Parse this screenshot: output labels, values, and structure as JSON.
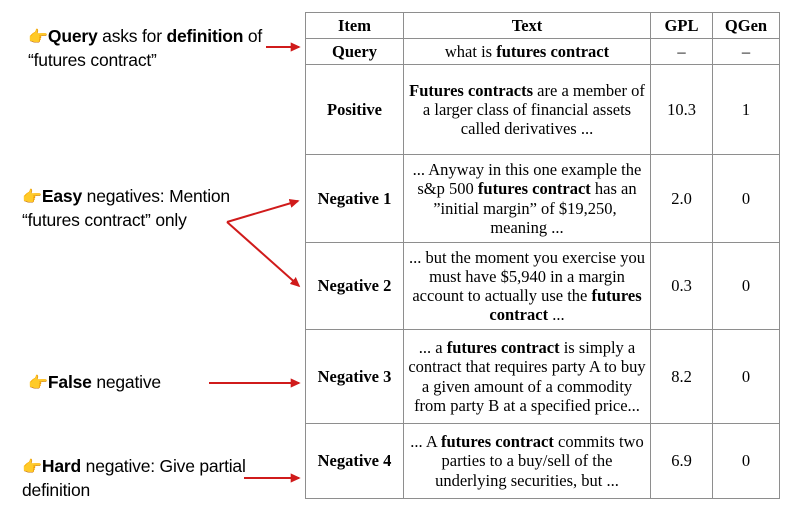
{
  "annotations": [
    {
      "id": "query",
      "hand_icon": "pointing-hand-icon",
      "html": "<b>Query</b> asks for <b>definition</b> of “futures contract”",
      "plain": "Query asks for definition of “futures contract”"
    },
    {
      "id": "easy",
      "hand_icon": "pointing-hand-icon",
      "html": "<b>Easy</b> negatives: Mention “futures contract” only",
      "plain": "Easy negatives: Mention “futures contract” only"
    },
    {
      "id": "false",
      "hand_icon": "pointing-hand-icon",
      "html": "<b>False</b> negative",
      "plain": "False negative"
    },
    {
      "id": "hard",
      "hand_icon": "pointing-hand-icon",
      "html": "<b>Hard</b> negative: Give partial definition",
      "plain": "Hard negative: Give partial definition"
    }
  ],
  "arrow_color": "#d01b1b",
  "hand_color": "#efb01e",
  "table": {
    "columns": [
      "Item",
      "Text",
      "GPL",
      "QGen"
    ],
    "rows": [
      {
        "item": "Query",
        "text_html": "what is <b>futures contract</b>",
        "text_plain": "what is futures contract",
        "gpl": "–",
        "qgen": "–"
      },
      {
        "item": "Positive",
        "text_html": "<b>Futures contracts</b> are a member of a larger class of financial assets called derivatives ...",
        "text_plain": "Futures contracts are a member of a larger class of financial assets called derivatives ...",
        "gpl": "10.3",
        "qgen": "1"
      },
      {
        "item": "Negative 1",
        "text_html": "... Anyway in this one example the s&amp;p 500 <b>futures contract</b> has an ”initial margin” of $19,250,&nbsp; meaning ...",
        "text_plain": "... Anyway in this one example the s&p 500 futures contract has an ”initial margin” of $19,250, meaning ...",
        "gpl": "2.0",
        "qgen": "0"
      },
      {
        "item": "Negative 2",
        "text_html": "... but the moment you exercise you must have $5,940 in a margin account to actually use the <b>futures contract</b> ...",
        "text_plain": "... but the moment you exercise you must have $5,940 in a margin account to actually use the futures contract ...",
        "gpl": "0.3",
        "qgen": "0"
      },
      {
        "item": "Negative 3",
        "text_html": "... a <b>futures contract</b> is simply a contract that requires party A to buy a given amount of a commodity from party B at a specified price...",
        "text_plain": "... a futures contract is simply a contract that requires party A to buy a given amount of a commodity from party B at a specified price...",
        "gpl": "8.2",
        "qgen": "0"
      },
      {
        "item": "Negative 4",
        "text_html": "... A <b>futures contract</b> commits two parties to a buy/sell of the underlying securities, but ...",
        "text_plain": "... A futures contract commits two parties to a buy/sell of the underlying securities, but ...",
        "gpl": "6.9",
        "qgen": "0"
      }
    ]
  }
}
